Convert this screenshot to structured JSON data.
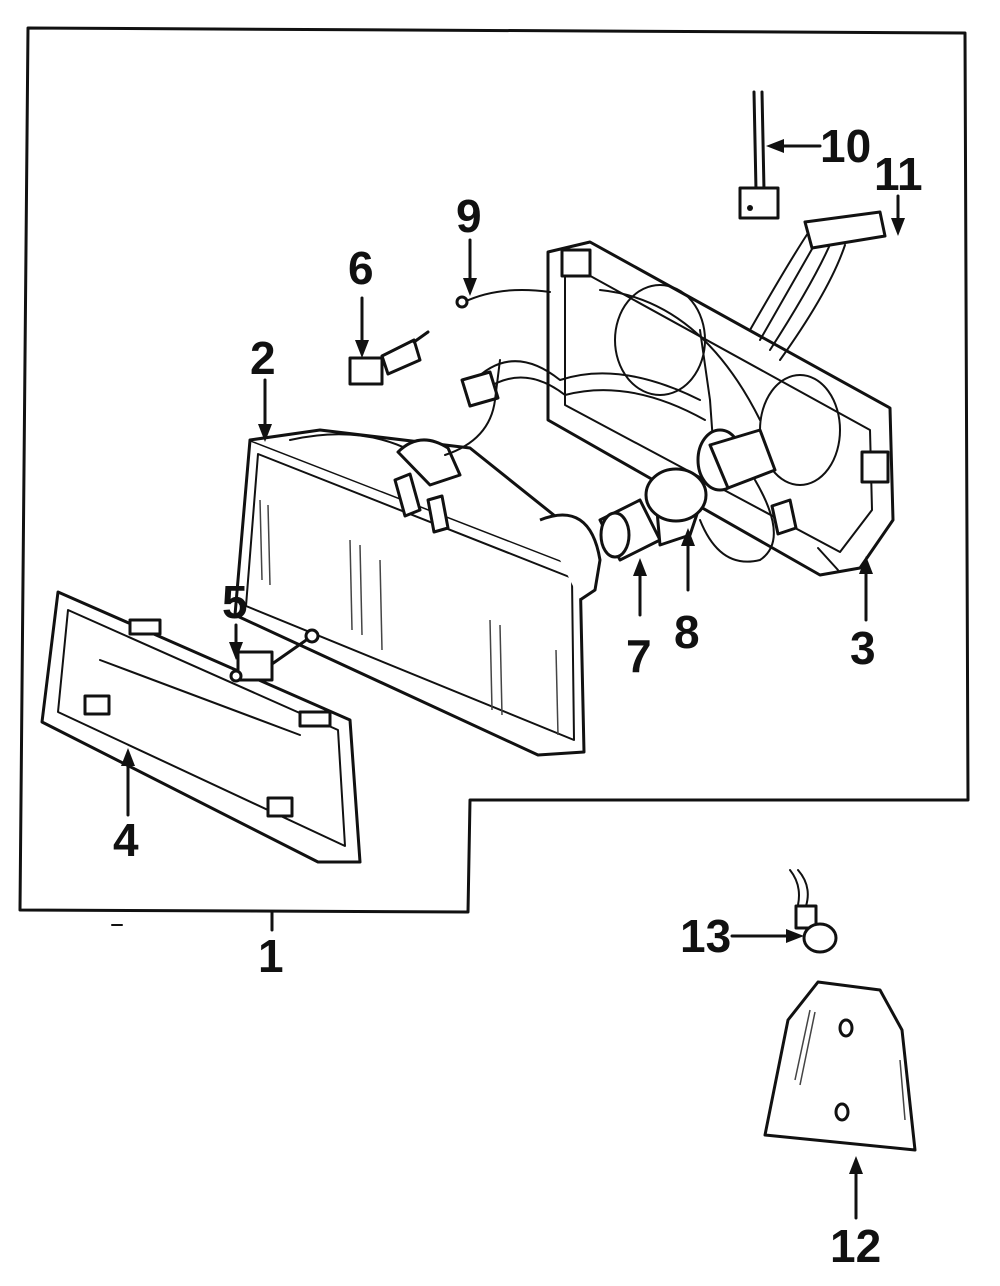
{
  "callouts": {
    "c1": "1",
    "c2": "2",
    "c3": "3",
    "c4": "4",
    "c5": "5",
    "c6": "6",
    "c7": "7",
    "c8": "8",
    "c9": "9",
    "c10": "10",
    "c11": "11",
    "c12": "12",
    "c13": "13"
  },
  "colors": {
    "ink": "#111111",
    "background": "#ffffff"
  }
}
